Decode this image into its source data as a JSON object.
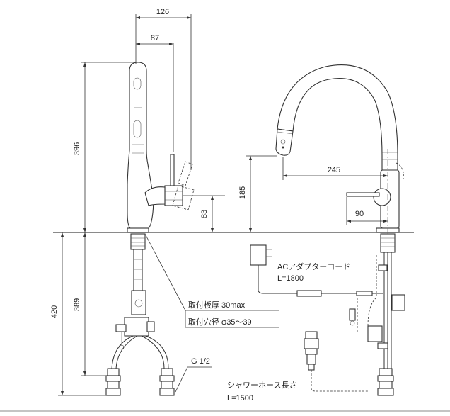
{
  "dimensions": {
    "width_126": "126",
    "width_87": "87",
    "height_396": "396",
    "height_83": "83",
    "height_420": "420",
    "height_389": "389",
    "height_185": "185",
    "spout_245": "245",
    "handle_90": "90"
  },
  "labels": {
    "ac_adapter_cord": "ACアダプターコード",
    "ac_adapter_length": "L=1800",
    "mount_thickness": "取付板厚 30max",
    "mount_hole": "取付穴径 φ35～39",
    "thread": "G 1/2",
    "shower_hose": "シャワーホース長さ",
    "shower_hose_length": "L=1500"
  }
}
